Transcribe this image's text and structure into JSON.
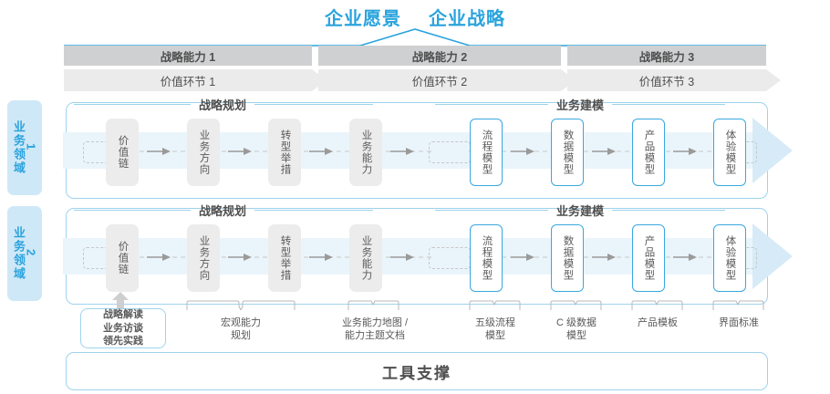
{
  "header": {
    "titles": [
      "企业愿景",
      "企业战略"
    ],
    "accent_color": "#2aa3dd"
  },
  "capabilities": [
    {
      "label": "战略能力 1"
    },
    {
      "label": "战略能力 2"
    },
    {
      "label": "战略能力 3"
    }
  ],
  "value_chain": [
    {
      "label": "价值环节 1"
    },
    {
      "label": "价值环节 2"
    },
    {
      "label": "价值环节 3"
    }
  ],
  "domains": [
    {
      "label_text": "业务领域",
      "label_num": "1",
      "sections": [
        {
          "title": "战略规划"
        },
        {
          "title": "业务建模"
        }
      ],
      "steps_left": [
        "价值链",
        "业务方向",
        "转型举措",
        "业务能力"
      ],
      "steps_right": [
        "流程模型",
        "数据模型",
        "产品模型",
        "体验模型"
      ]
    },
    {
      "label_text": "业务领域",
      "label_num": "2",
      "sections": [
        {
          "title": "战略规划"
        },
        {
          "title": "业务建模"
        }
      ],
      "steps_left": [
        "价值链",
        "业务方向",
        "转型举措",
        "业务能力"
      ],
      "steps_right": [
        "流程模型",
        "数据模型",
        "产品模型",
        "体验模型"
      ]
    }
  ],
  "tools": {
    "strategy_box": "战略解读\n业务访谈\n领先实践",
    "strategy_box_lines": [
      "战略解读",
      "业务访谈",
      "领先实践"
    ],
    "labels": [
      {
        "text": "宏观能力\n规划",
        "lines": [
          "宏观能力",
          "规划"
        ]
      },
      {
        "text": "业务能力地图 /\n能力主题文档",
        "lines": [
          "业务能力地图 /",
          "能力主题文档"
        ]
      },
      {
        "text": "五级流程\n模型",
        "lines": [
          "五级流程",
          "模型"
        ]
      },
      {
        "text": "C 级数据\n模型",
        "lines": [
          "C 级数据",
          "模型"
        ]
      },
      {
        "text": "产品模板",
        "lines": [
          "产品模板"
        ]
      },
      {
        "text": "界面标准",
        "lines": [
          "界面标准"
        ]
      }
    ],
    "footer_title": "工具支撑"
  }
}
